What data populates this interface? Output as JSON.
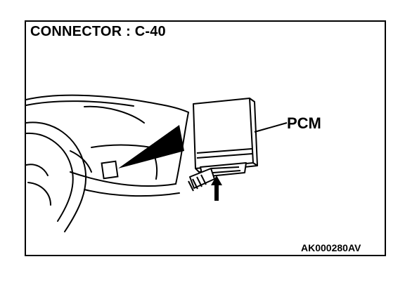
{
  "diagram": {
    "title": "CONNECTOR : C-40",
    "component_label": "PCM",
    "figure_code": "AK000280AV"
  }
}
